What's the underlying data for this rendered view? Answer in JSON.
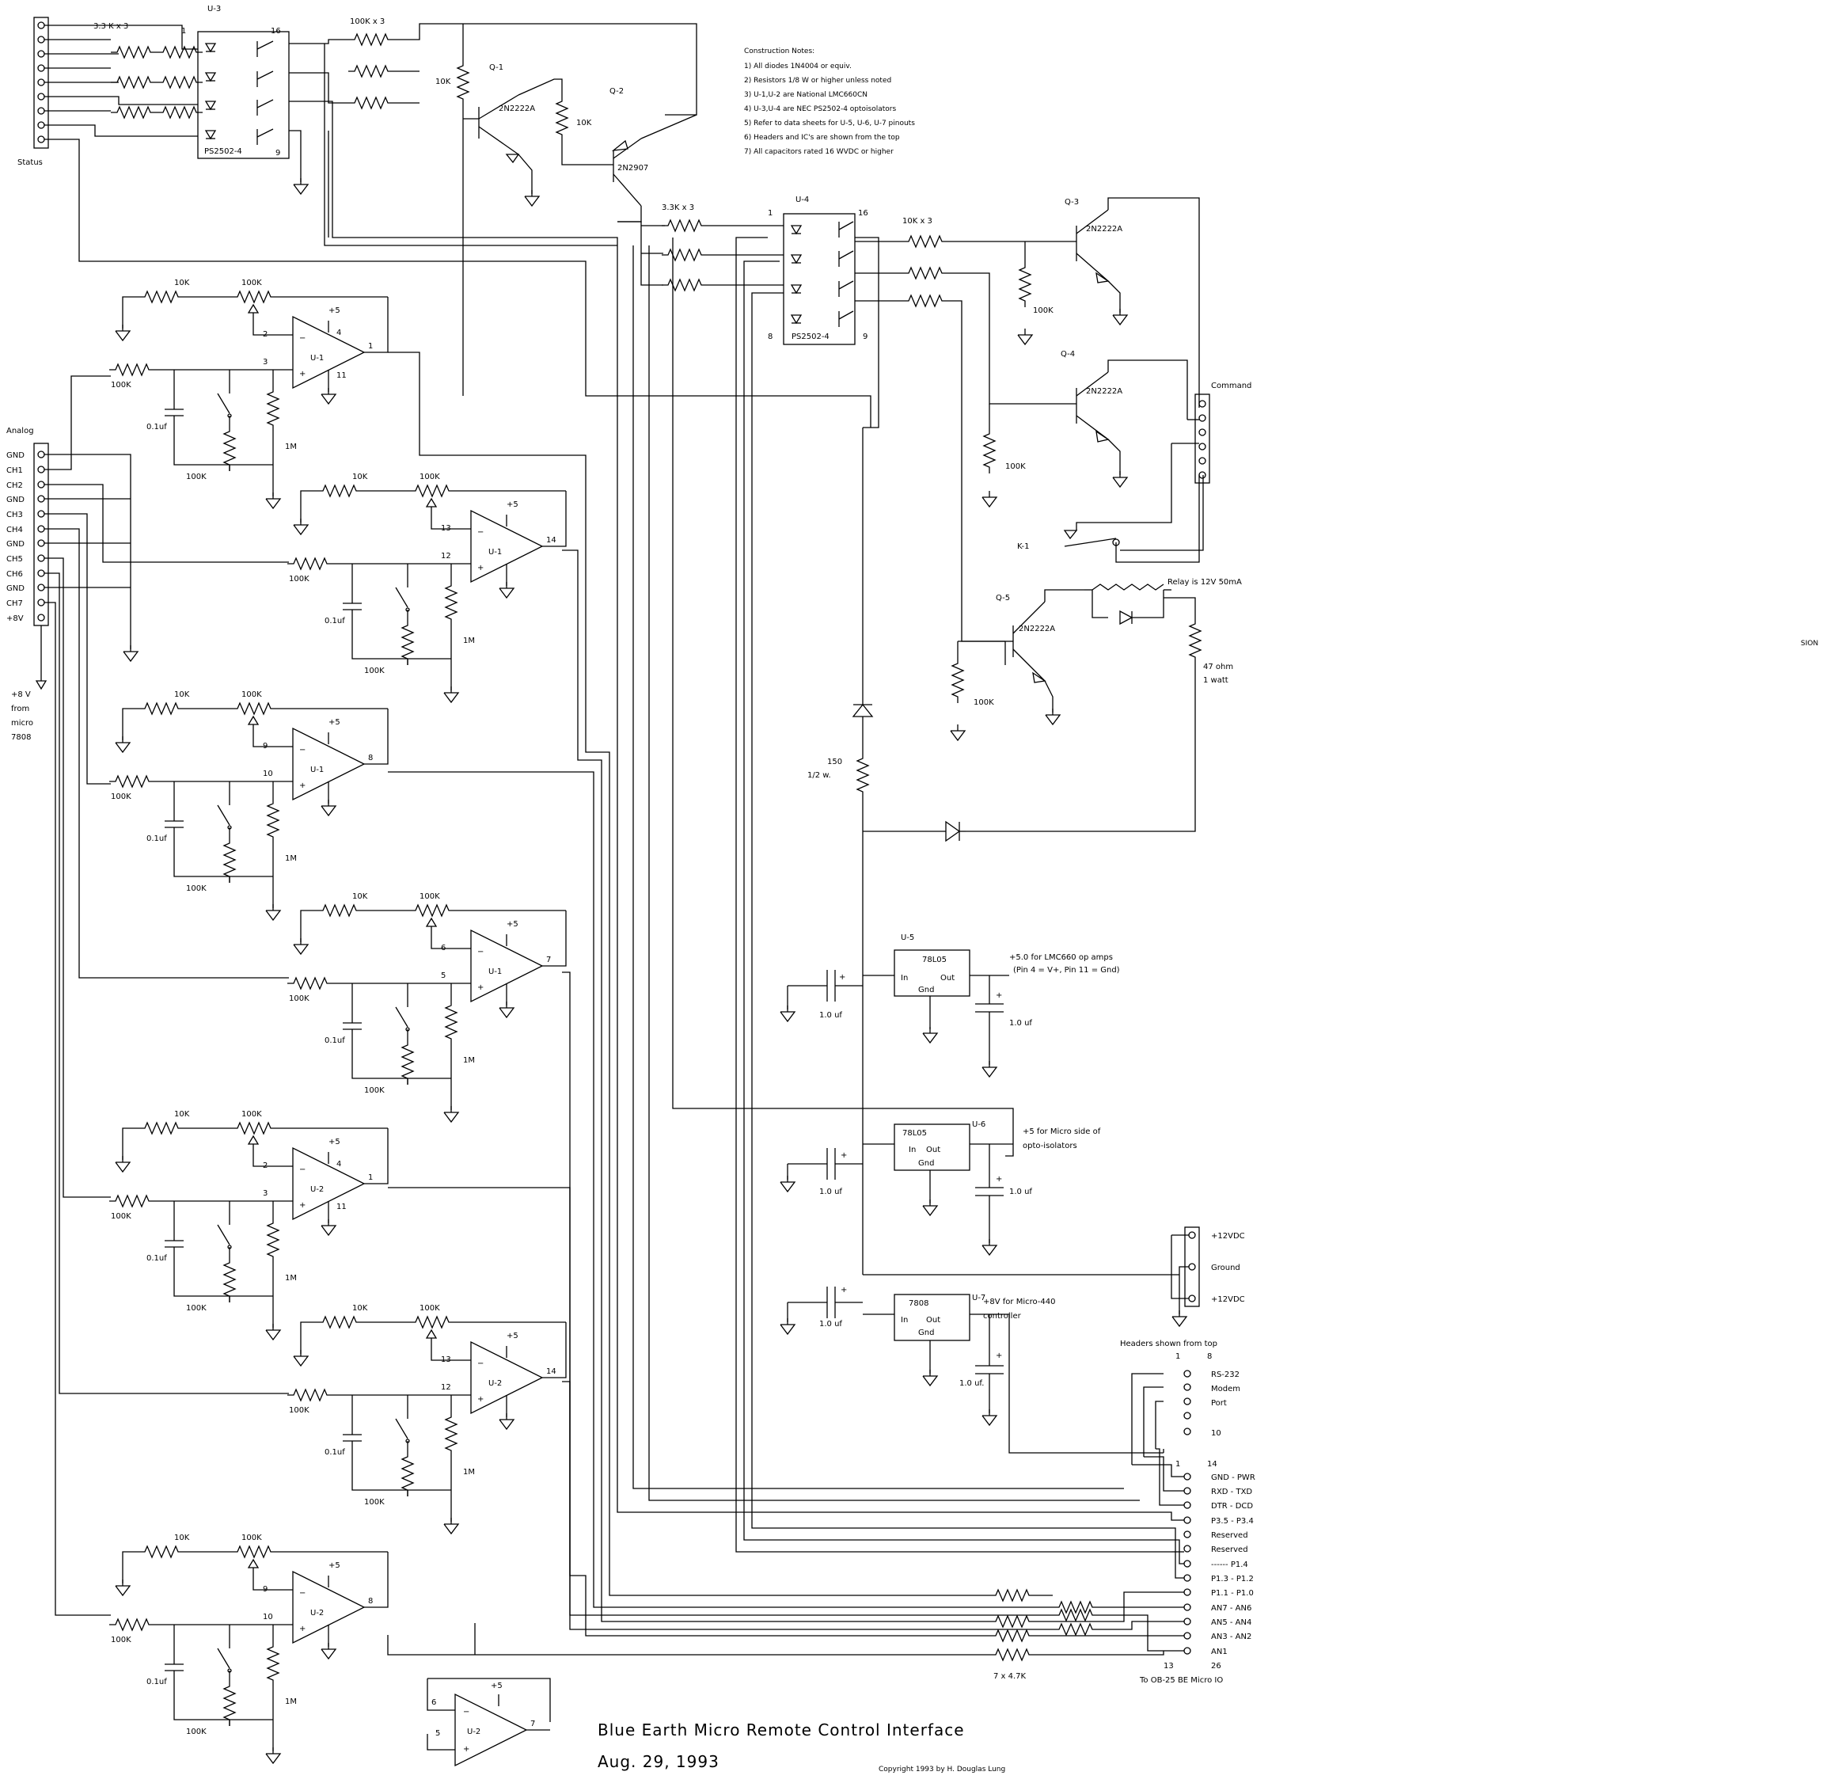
{
  "title": "Blue Earth Micro Remote Control Interface",
  "date": "Aug. 29, 1993",
  "copyright": "Copyright 1993 by H. Douglas Lung",
  "notes": {
    "heading": "Construction Notes:",
    "items": [
      "1) All diodes 1N4004 or equiv.",
      "2) Resistors 1/8 W or higher unless noted",
      "3) U-1,U-2 are National LMC660CN",
      "4) U-3,U-4 are NEC PS2502-4 optoisolators",
      "5) Refer to data sheets for U-5, U-6, U-7 pinouts",
      "6) Headers and IC's are shown from the top",
      "7) All capacitors rated 16 WVDC or higher"
    ]
  },
  "status_block": {
    "header_label": "Status",
    "resistor_label": "3.3 K x 3",
    "ic_ref": "U-3",
    "ic_part": "PS2502-4",
    "pin1": "1",
    "pin16": "16",
    "pin9": "9",
    "pullup_label": "100K x 3"
  },
  "transistors": {
    "q1": "Q-1",
    "q1_part": "2N2222A",
    "q1_res": "10K",
    "q2": "Q-2",
    "q2_part": "2N2907",
    "q2_res": "10K",
    "q3": "Q-3",
    "q3_part": "2N2222A",
    "q3_res": "100K",
    "q4": "Q-4",
    "q4_part": "2N2222A",
    "q4_res": "100K",
    "q5": "Q-5",
    "q5_part": "2N2222A",
    "q5_res": "100K"
  },
  "u4_block": {
    "ic_ref": "U-4",
    "ic_part": "PS2502-4",
    "pin1": "1",
    "pin16": "16",
    "pin8": "8",
    "pin9": "9",
    "input_res_label": "3.3K x 3",
    "output_res_label": "10K x 3"
  },
  "command": {
    "label": "Command",
    "relay_ref": "K-1",
    "relay_note": "Relay is 12V 50mA",
    "r47_label": "47 ohm",
    "r47_watt": "1 watt",
    "r150_label": "150",
    "r150_watt": "1/2 w."
  },
  "analog": {
    "header_label": "Analog",
    "pins": [
      "GND",
      "CH1",
      "CH2",
      "GND",
      "CH3",
      "CH4",
      "GND",
      "CH5",
      "CH6",
      "GND",
      "CH7",
      "+8V"
    ],
    "supply_note": [
      "+8 V",
      "from",
      "micro",
      "7808"
    ]
  },
  "amps": [
    {
      "ic": "U-1",
      "in_minus": "2",
      "in_plus": "3",
      "out": "1",
      "vplus": "4",
      "vminus": "11",
      "supply": "+5"
    },
    {
      "ic": "U-1",
      "in_minus": "13",
      "in_plus": "12",
      "out": "14",
      "supply": "+5"
    },
    {
      "ic": "U-1",
      "in_minus": "9",
      "in_plus": "10",
      "out": "8",
      "supply": "+5"
    },
    {
      "ic": "U-1",
      "in_minus": "6",
      "in_plus": "5",
      "out": "7",
      "supply": "+5"
    },
    {
      "ic": "U-2",
      "in_minus": "2",
      "in_plus": "3",
      "out": "1",
      "vplus": "4",
      "vminus": "11",
      "supply": "+5"
    },
    {
      "ic": "U-2",
      "in_minus": "13",
      "in_plus": "12",
      "out": "14",
      "supply": "+5"
    },
    {
      "ic": "U-2",
      "in_minus": "9",
      "in_plus": "10",
      "out": "8",
      "supply": "+5"
    },
    {
      "ic": "U-2",
      "in_minus": "6",
      "in_plus": "5",
      "out": "7",
      "supply": "+5"
    }
  ],
  "amp_parts": {
    "r_gain": "10K",
    "pot": "100K",
    "r_in": "100K",
    "cap": "0.1uf",
    "r_bias": "1M",
    "r_sw": "100K"
  },
  "regulators": [
    {
      "ref": "U-5",
      "part": "78L05",
      "pins": [
        "In",
        "Out",
        "Gnd"
      ],
      "note": [
        "+5.0 for LMC660 op amps",
        "(Pin 4 = V+, Pin 11 = Gnd)"
      ],
      "cap_in": "1.0 uf",
      "cap_out": "1.0 uf"
    },
    {
      "ref": "U-6",
      "part": "78L05",
      "pins": [
        "In",
        "Out",
        "Gnd"
      ],
      "note": [
        "+5 for Micro side of",
        "opto-isolators"
      ],
      "cap_in": "1.0 uf",
      "cap_out": "1.0 uf"
    },
    {
      "ref": "U-7",
      "part": "7808",
      "pins": [
        "In",
        "Out",
        "Gnd"
      ],
      "note": [
        "+8V for Micro-440",
        "controller"
      ],
      "cap_in": "1.0 uf",
      "cap_out": "1.0 uf."
    }
  ],
  "power_connector": [
    "+12VDC",
    "Ground",
    "+12VDC"
  ],
  "micro_header": {
    "note": "Headers shown from top",
    "footer": "To OB-25 BE Micro IO",
    "top_pins": [
      "1",
      "8"
    ],
    "top_labels": [
      "RS-232",
      "Modem",
      "Port",
      "10"
    ],
    "bottom_pins_top": [
      "1",
      "14"
    ],
    "io_labels": [
      "GND - PWR",
      "RXD - TXD",
      "DTR - DCD",
      "P3.5 - P3.4",
      "Reserved",
      "Reserved",
      "------ P1.4",
      "P1.3 - P1.2",
      "P1.1 - P1.0",
      "AN7 - AN6",
      "AN5 - AN4",
      "AN3 - AN2",
      "AN1"
    ],
    "bottom_pins": [
      "13",
      "26"
    ],
    "series_res": "7 x 4.7K"
  },
  "margin_mark": "SION"
}
